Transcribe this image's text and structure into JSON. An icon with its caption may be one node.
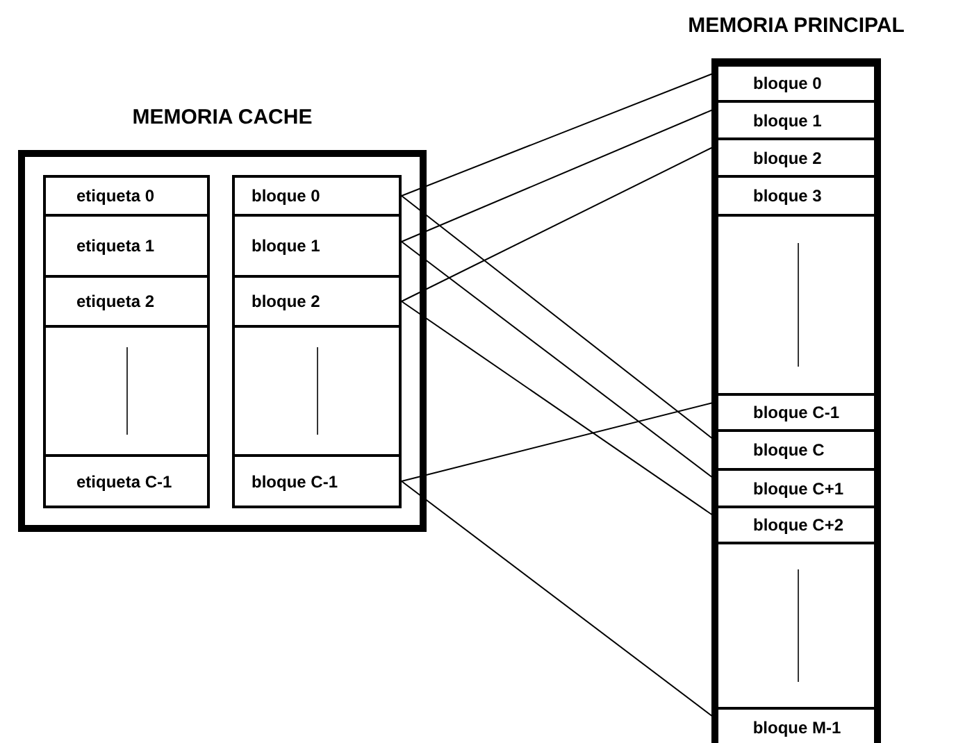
{
  "diagram": {
    "nodes": [
      {
        "text": [
          "MEMORIA CACHE"
        ]
      },
      {
        "text": [
          "etiqueta 0"
        ],
        "in": 0
      },
      {
        "text": [
          "etiqueta 1"
        ],
        "in": 0
      },
      {
        "text": [
          "etiqueta 2"
        ],
        "in": 0
      },
      {
        "text": [],
        "shape": "box",
        "in": 0
      },
      {
        "text": [
          "etiqueta C-1"
        ],
        "in": 0
      },
      {
        "text": [
          "bloque 0"
        ],
        "in": 0
      },
      {
        "text": [
          "bloque 1"
        ],
        "in": 0
      },
      {
        "text": [
          "bloque 2"
        ],
        "in": 0
      },
      {
        "text": [],
        "shape": "box",
        "in": 0
      },
      {
        "text": [
          "bloque C-1"
        ],
        "in": 0
      },
      {
        "text": [
          "MEMORIA PRINCIPAL"
        ]
      },
      {
        "text": [
          "bloque 0"
        ],
        "in": 11
      },
      {
        "text": [
          "bloque 1"
        ],
        "in": 11
      },
      {
        "text": [
          "bloque 2"
        ],
        "in": 11
      },
      {
        "text": [
          "bloque 3"
        ],
        "in": 11
      },
      {
        "text": [],
        "shape": "box",
        "in": 11
      },
      {
        "text": [
          "bloque C-1"
        ],
        "in": 11
      },
      {
        "text": [
          "bloque C"
        ],
        "in": 11
      },
      {
        "text": [
          "bloque C+1"
        ],
        "in": 11
      },
      {
        "text": [
          "bloque C+2"
        ],
        "in": 11
      },
      {
        "text": [],
        "shape": "box",
        "in": 11
      },
      {
        "text": [
          "bloque M-1"
        ],
        "in": 11
      }
    ],
    "edges": [
      {
        "from": 6,
        "to": 12,
        "arrow": "none"
      },
      {
        "from": 6,
        "to": 18,
        "arrow": "none"
      },
      {
        "from": 7,
        "to": 13,
        "arrow": "none"
      },
      {
        "from": 7,
        "to": 19,
        "arrow": "none"
      },
      {
        "from": 8,
        "to": 14,
        "arrow": "none"
      },
      {
        "from": 8,
        "to": 20,
        "arrow": "none"
      },
      {
        "from": 10,
        "to": 17,
        "arrow": "none"
      },
      {
        "from": 10,
        "to": 22,
        "arrow": "none"
      }
    ]
  }
}
